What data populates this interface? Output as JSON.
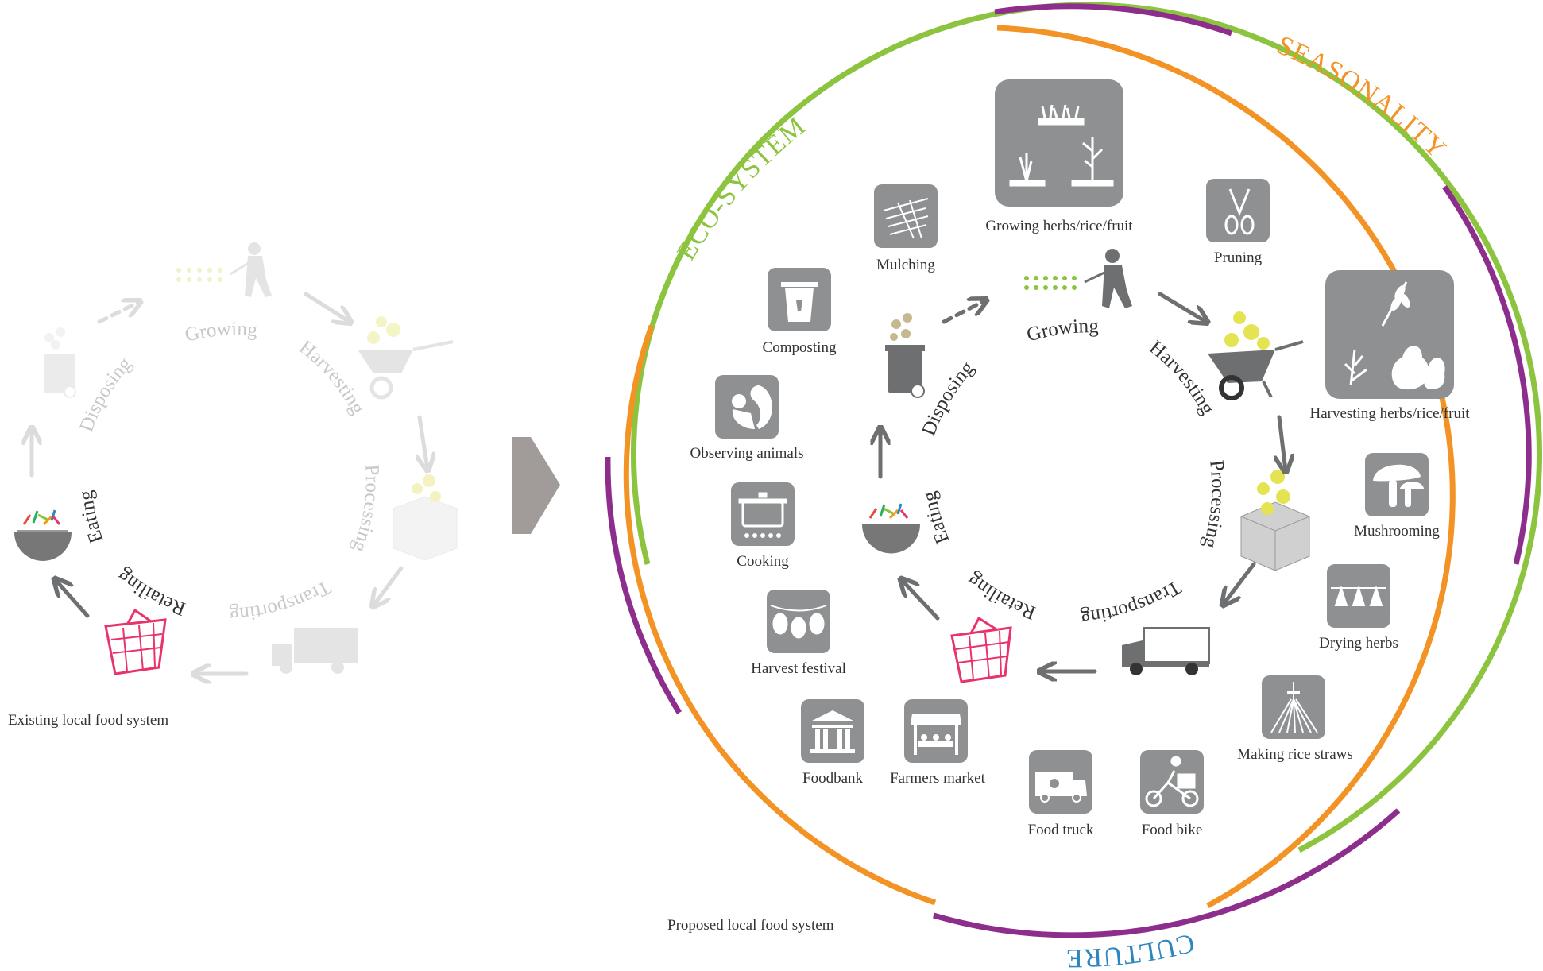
{
  "captions": {
    "existing": "Existing local food system",
    "proposed": "Proposed local food system"
  },
  "rings": {
    "eco_system": "ECO-SYSTEM",
    "seasonality": "SEASONALITY",
    "culture": "CULTURE"
  },
  "existing_stages": {
    "growing": "Growing",
    "harvesting": "Harvesting",
    "processing": "Processing",
    "transporting": "Transporting",
    "retailing": "Retailing",
    "eating": "Eating",
    "disposing": "Disposing"
  },
  "proposed_stages": {
    "growing": "Growing",
    "harvesting": "Harvesting",
    "processing": "Processing",
    "transporting": "Transporting",
    "retailing": "Retailing",
    "eating": "Eating",
    "disposing": "Disposing"
  },
  "activities": {
    "mulching": "Mulching",
    "growing_herbs": "Growing herbs/rice/fruit",
    "pruning": "Pruning",
    "harvesting_herbs": "Harvesting herbs/rice/fruit",
    "mushrooming": "Mushrooming",
    "drying_herbs": "Drying herbs",
    "making_rice_straws": "Making rice straws",
    "food_bike": "Food bike",
    "food_truck": "Food truck",
    "farmers_market": "Farmers market",
    "foodbank": "Foodbank",
    "harvest_festival": "Harvest festival",
    "cooking": "Cooking",
    "observing_animals": "Observing animals",
    "composting": "Composting"
  },
  "colors": {
    "eco_green": "#8cc43f",
    "seasonality_orange": "#f39325",
    "culture_purple": "#8e2e8c",
    "culture_text_blue": "#2e86c1",
    "icon_gray": "#8f9092",
    "arrow_gray": "#6e6f71",
    "faded_gray": "#d9d9d9",
    "basket_pink": "#e8336b",
    "produce_yellow": "#e4e452"
  }
}
